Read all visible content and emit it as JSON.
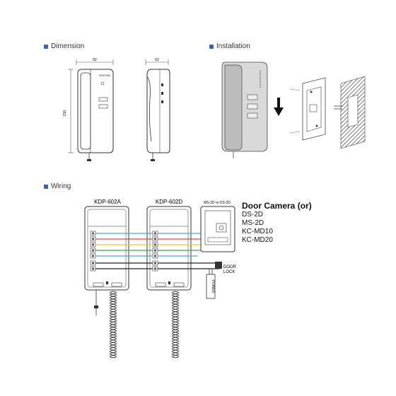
{
  "sections": {
    "dimension": "Dimension",
    "installation": "Installation",
    "wiring": "Wiring"
  },
  "dimensions": {
    "front_width": "92",
    "side_width": "62",
    "height": "210"
  },
  "brand": "KOCOM",
  "units": {
    "unit_a": "KDP-602A",
    "unit_d": "KDP-602D",
    "camera_module": "MS-2D or DS-2D"
  },
  "door_lock": "DOOR\nLOCK",
  "door_lock_line1": "DOOR",
  "door_lock_line2": "LOCK",
  "power": "POWER",
  "door_camera": {
    "title": "Door Camera (or)",
    "models": [
      "DS-2D",
      "MS-2D",
      "KC-MD10",
      "KC-MD20"
    ]
  },
  "colors": {
    "accent": "#3a63a8",
    "wire_blue": "#4aa3df",
    "wire_red": "#e24b3b",
    "wire_yellow": "#f2c230",
    "wire_green": "#3aa655",
    "wire_black": "#222222"
  },
  "icons": [
    "square-bullet-icon",
    "down-arrow-icon"
  ]
}
